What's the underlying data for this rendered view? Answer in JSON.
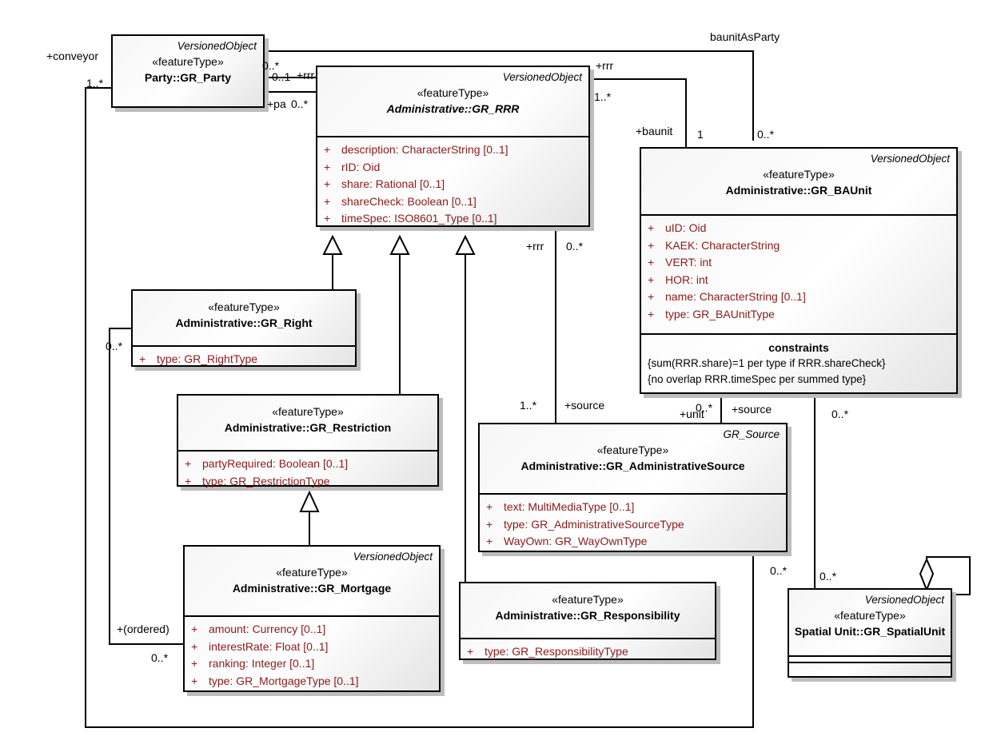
{
  "classes": {
    "party": {
      "parent": "VersionedObject",
      "stereotype": "«featureType»",
      "name": "Party::GR_Party"
    },
    "rrr": {
      "parent": "VersionedObject",
      "stereotype": "«featureType»",
      "name": "Administrative::GR_RRR",
      "attributes": [
        {
          "vis": "+",
          "text": "description:  CharacterString [0..1]"
        },
        {
          "vis": "+",
          "text": "rID:  Oid"
        },
        {
          "vis": "+",
          "text": "share:  Rational [0..1]"
        },
        {
          "vis": "+",
          "text": "shareCheck:  Boolean [0..1]"
        },
        {
          "vis": "+",
          "text": "timeSpec:  ISO8601_Type [0..1]"
        }
      ]
    },
    "baunit": {
      "parent": "VersionedObject",
      "stereotype": "«featureType»",
      "name": "Administrative::GR_BAUnit",
      "attributes": [
        {
          "vis": "+",
          "text": "uID:  Oid"
        },
        {
          "vis": "+",
          "text": "KAEK:  CharacterString"
        },
        {
          "vis": "+",
          "text": "VERT:  int"
        },
        {
          "vis": "+",
          "text": "HOR:  int"
        },
        {
          "vis": "+",
          "text": "name:  CharacterString [0..1]"
        },
        {
          "vis": "+",
          "text": "type:  GR_BAUnitType"
        }
      ],
      "constraints_title": "constraints",
      "constraints": [
        "{sum(RRR.share)=1 per type if RRR.shareCheck}",
        "{no overlap RRR.timeSpec per summed type}"
      ]
    },
    "right": {
      "stereotype": "«featureType»",
      "name": "Administrative::GR_Right",
      "attributes": [
        {
          "vis": "+",
          "text": "type:  GR_RightType"
        }
      ]
    },
    "restriction": {
      "stereotype": "«featureType»",
      "name": "Administrative::GR_Restriction",
      "attributes": [
        {
          "vis": "+",
          "text": "partyRequired:  Boolean [0..1]"
        },
        {
          "vis": "+",
          "text": "type:  GR_RestrictionType"
        }
      ]
    },
    "mortgage": {
      "parent": "VersionedObject",
      "stereotype": "«featureType»",
      "name": "Administrative::GR_Mortgage",
      "attributes": [
        {
          "vis": "+",
          "text": "amount:  Currency [0..1]"
        },
        {
          "vis": "+",
          "text": "interestRate:  Float [0..1]"
        },
        {
          "vis": "+",
          "text": "ranking:  Integer [0..1]"
        },
        {
          "vis": "+",
          "text": "type:  GR_MortgageType [0..1]"
        }
      ]
    },
    "source": {
      "parent": "GR_Source",
      "stereotype": "«featureType»",
      "name": "Administrative::GR_AdministrativeSource",
      "attributes": [
        {
          "vis": "+",
          "text": "text:  MultiMediaType [0..1]"
        },
        {
          "vis": "+",
          "text": "type:  GR_AdministrativeSourceType"
        },
        {
          "vis": "+",
          "text": "WayOwn:  GR_WayOwnType"
        }
      ]
    },
    "responsibility": {
      "stereotype": "«featureType»",
      "name": "Administrative::GR_Responsibility",
      "attributes": [
        {
          "vis": "+",
          "text": "type:  GR_ResponsibilityType"
        }
      ]
    },
    "spatial": {
      "parent": "VersionedObject",
      "stereotype": "«featureType»",
      "name": "Spatial Unit::GR_SpatialUnit"
    }
  },
  "labels": {
    "conveyor": "+conveyor",
    "conveyor_mult": "1..*",
    "party_rrr_top": "0..*",
    "party_rrr_01": "0..1",
    "party_rrr_rrr": "+rrr",
    "party_rrr_pa": "+pa",
    "party_rrr_0n": "0..*",
    "baunit_as_party": "baunitAsParty",
    "rrr_baunit_rrr": "+rrr",
    "rrr_baunit_1n": "1..*",
    "rrr_baunit_baunit": "+baunit",
    "rrr_baunit_1": "1",
    "baunitasparty_0n": "0..*",
    "rrr_source_rrr": "+rrr",
    "rrr_source_0n": "0..*",
    "rrr_source_1n": "1..*",
    "rrr_source_source": "+source",
    "baunit_source_unit": "+unit",
    "baunit_source_0n": "0..*",
    "baunit_source_source": "+source",
    "baunit_spatial_0n": "0..*",
    "right_mortgage_0n": "0..*",
    "right_mortgage_ordered": "+(ordered)",
    "right_mortgage_0n_b": "0..*",
    "source_spatial_0n": "0..*",
    "spatial_0n": "0..*"
  }
}
